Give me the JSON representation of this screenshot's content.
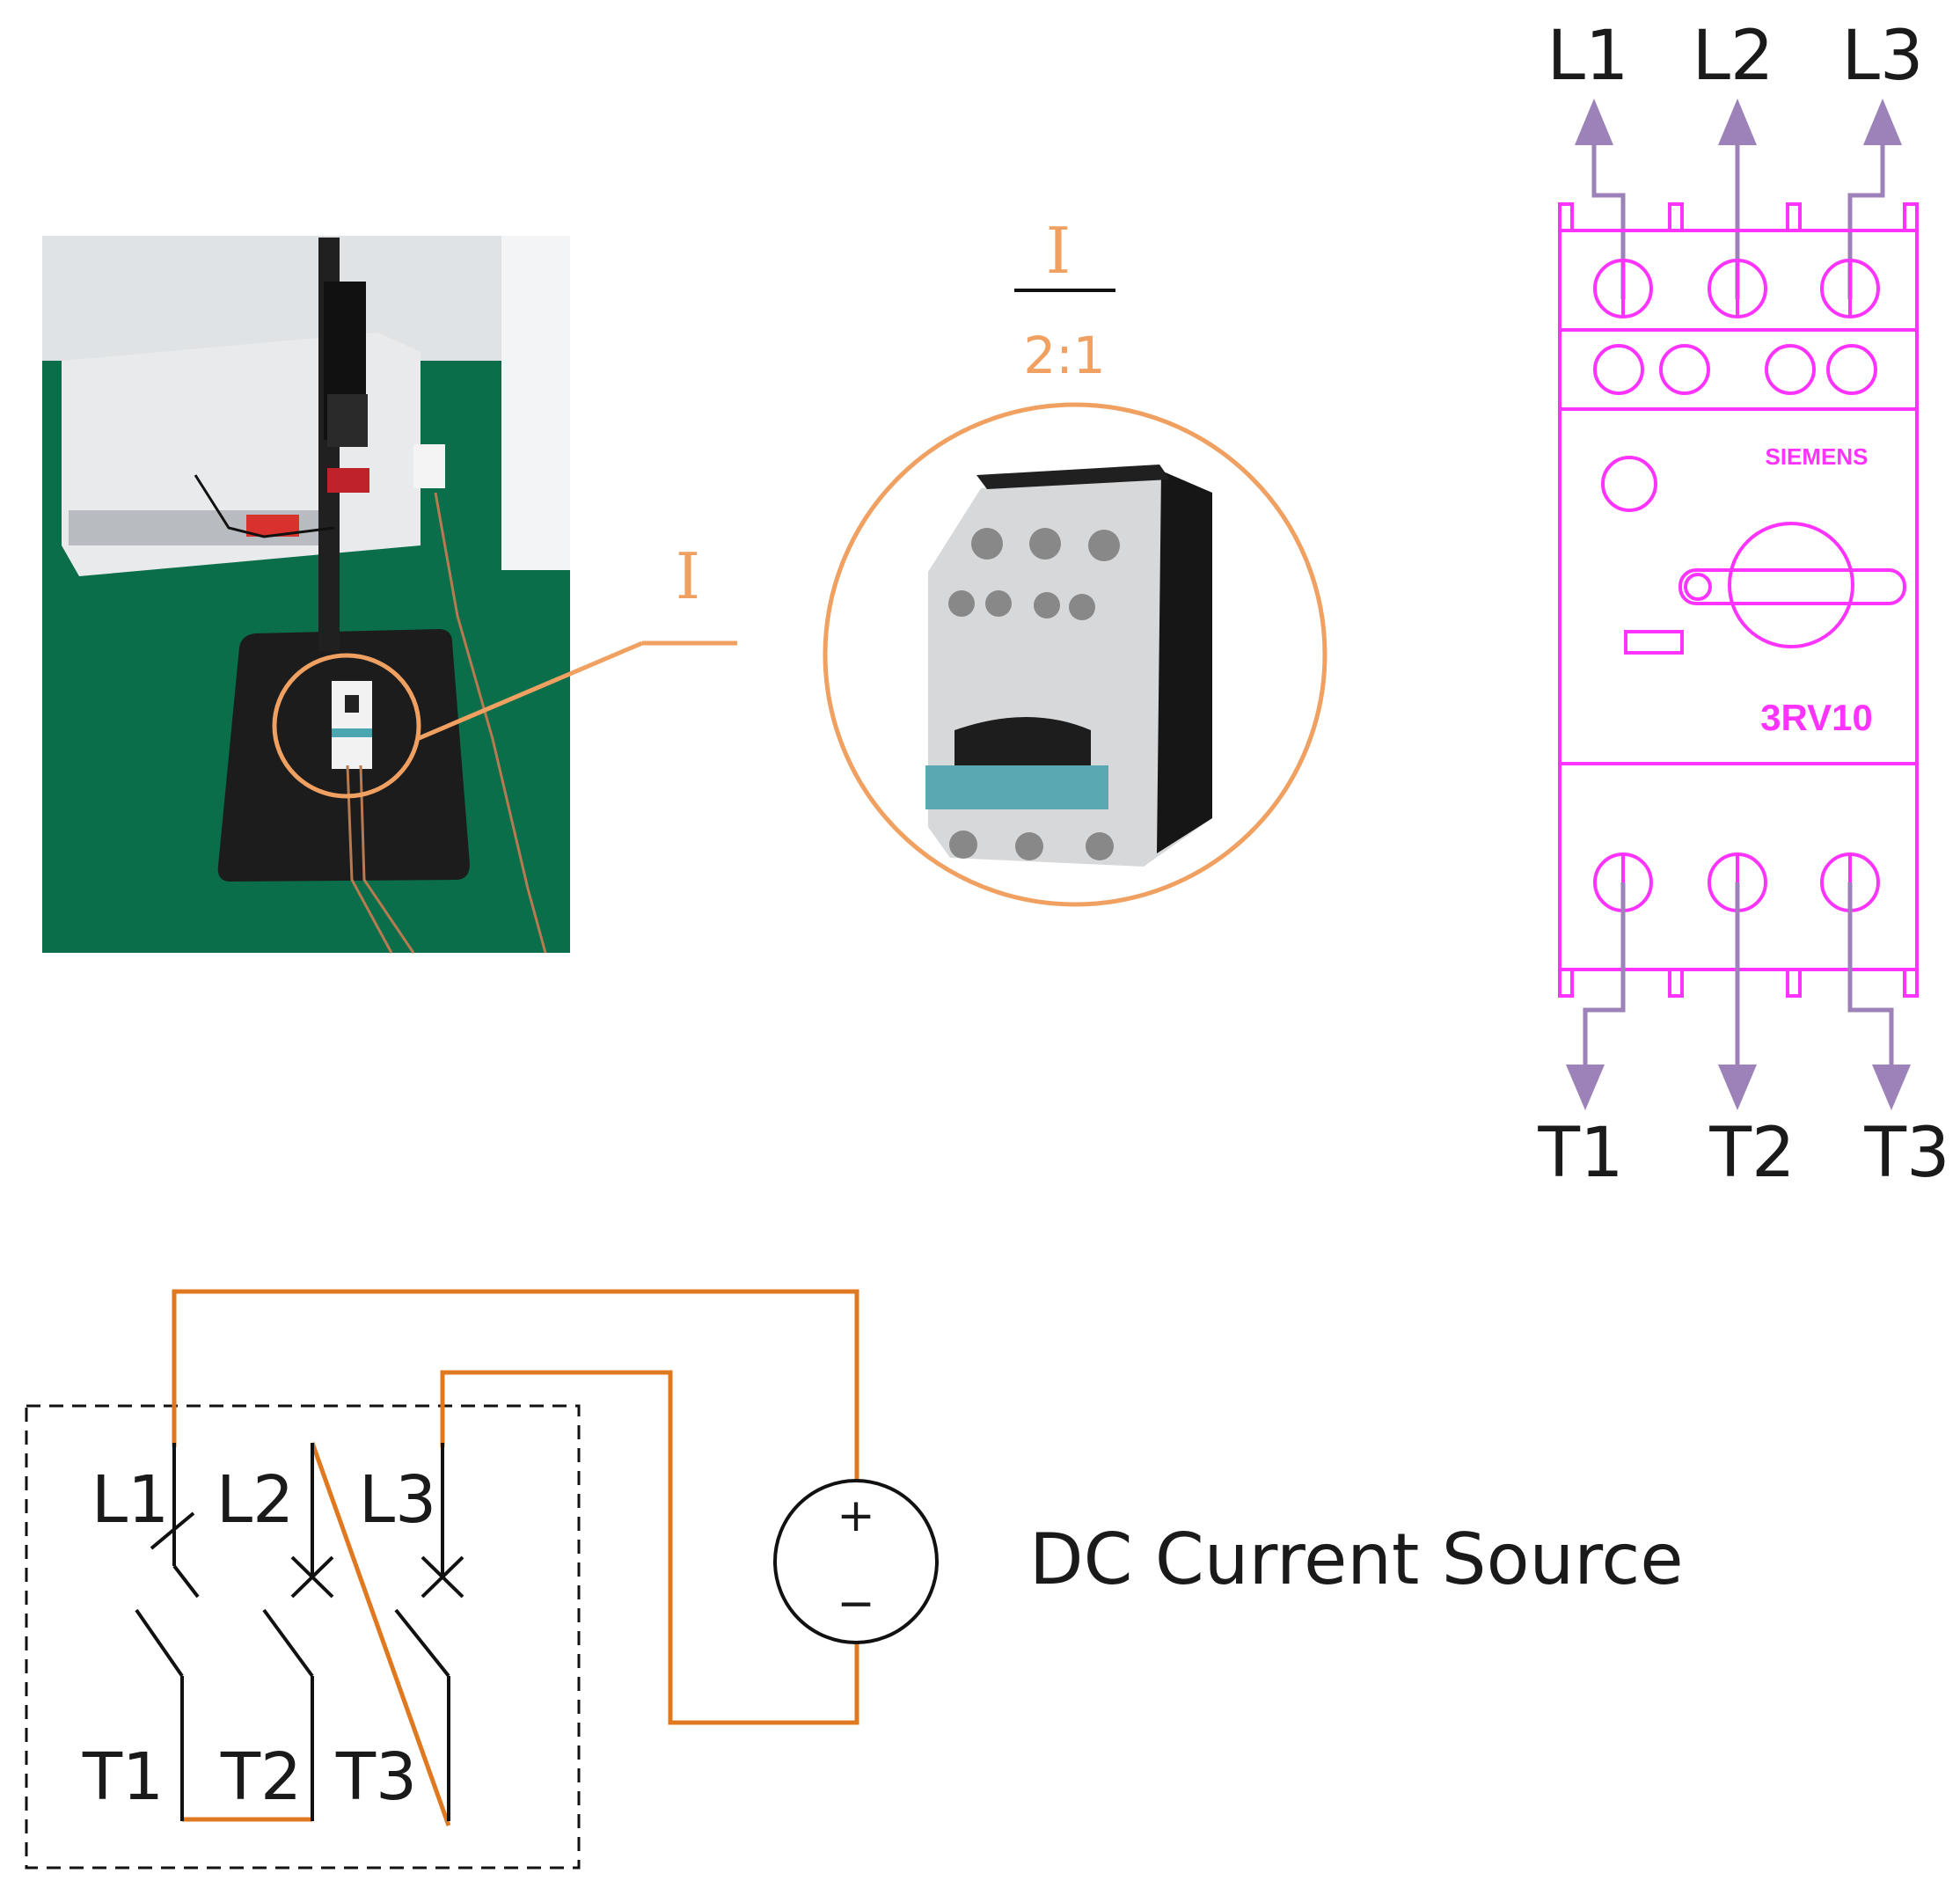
{
  "detail": {
    "callout_label": "I",
    "view_label": "I",
    "scale": "2:1"
  },
  "breaker_drawing": {
    "line_terminals": [
      "L1",
      "L2",
      "L3"
    ],
    "load_terminals": [
      "T1",
      "T2",
      "T3"
    ],
    "brand": "SIEMENS",
    "model": "3RV10"
  },
  "circuit": {
    "line_terminals": [
      "L1",
      "L2",
      "L3"
    ],
    "load_terminals": [
      "T1",
      "T2",
      "T3"
    ],
    "source_plus": "+",
    "source_minus": "−",
    "source_label": "DC Current Source"
  },
  "colors": {
    "wire": "#e07820",
    "callout": "#f0a060",
    "drawing": "#ff33ff",
    "arrow": "#9c82b8",
    "table": "#0a6e4a"
  }
}
